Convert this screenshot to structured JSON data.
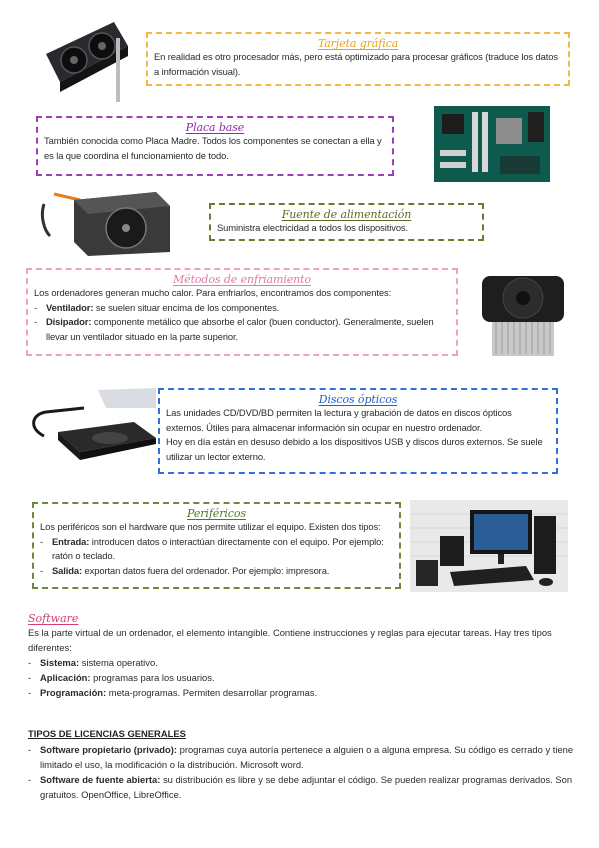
{
  "gpu": {
    "title": "Tarjeta gráfica",
    "text": "En realidad es otro procesador más, pero está optimizado para procesar gráficos (traduce los datos a información visual)."
  },
  "motherboard": {
    "title": "Placa base",
    "text": "También conocida como Placa Madre. Todos los componentes se conectan a ella y es la que coordina el funcionamiento de todo."
  },
  "psu": {
    "title": "Fuente de alimentación",
    "text": "Suministra electricidad a todos los dispositivos."
  },
  "cooling": {
    "title": "Métodos de enfriamiento",
    "intro": "Los ordenadores generan mucho calor. Para enfriarlos, encontramos dos componentes:",
    "items": [
      {
        "term": "Ventilador:",
        "desc": " se suelen situar encima de los componentes."
      },
      {
        "term": "Disipador:",
        "desc": " componente metálico que absorbe el calor (buen conductor). Generalmente, suelen llevar un ventilador situado en la parte superior."
      }
    ]
  },
  "optical": {
    "title": "Discos ópticos",
    "text1": "Las unidades CD/DVD/BD permiten la lectura y grabación de datos en discos ópticos externos. Útiles para almacenar información sin ocupar en nuestro ordenador.",
    "text2": "Hoy en día están en desuso debido a los dispositivos USB y discos duros externos. Se suele utilizar un lector externo."
  },
  "peripherals": {
    "title": "Periféricos",
    "intro": "Los periféricos son el hardware que nos permite utilizar el equipo. Existen dos tipos:",
    "items": [
      {
        "term": "Entrada:",
        "desc": " introducen datos o interactúan directamente con el equipo. Por ejemplo: ratón o teclado."
      },
      {
        "term": "Salida:",
        "desc": " exportan datos fuera del ordenador. Por ejemplo: impresora."
      }
    ]
  },
  "software": {
    "title": "Software",
    "intro": "Es la parte virtual de un ordenador, el elemento intangible. Contiene instrucciones y reglas para ejecutar tareas. Hay tres tipos diferentes:",
    "items": [
      {
        "term": "Sistema:",
        "desc": " sistema operativo."
      },
      {
        "term": "Aplicación:",
        "desc": " programas para los usuarios."
      },
      {
        "term": "Programación:",
        "desc": " meta-programas. Permiten desarrollar programas."
      }
    ]
  },
  "licenses": {
    "title": "TIPOS DE LICENCIAS GENERALES",
    "items": [
      {
        "term": "Software propietario (privado):",
        "desc": " programas cuya autoría pertenece a alguien o a alguna empresa. Su código es cerrado y tiene limitado el uso, la modificación o la distribución. Microsoft word."
      },
      {
        "term": "Software de fuente abierta:",
        "desc": " su distribución es libre y se debe adjuntar el código. Se pueden realizar programas derivados. Son gratuitos. OpenOffice, LibreOffice."
      }
    ]
  }
}
